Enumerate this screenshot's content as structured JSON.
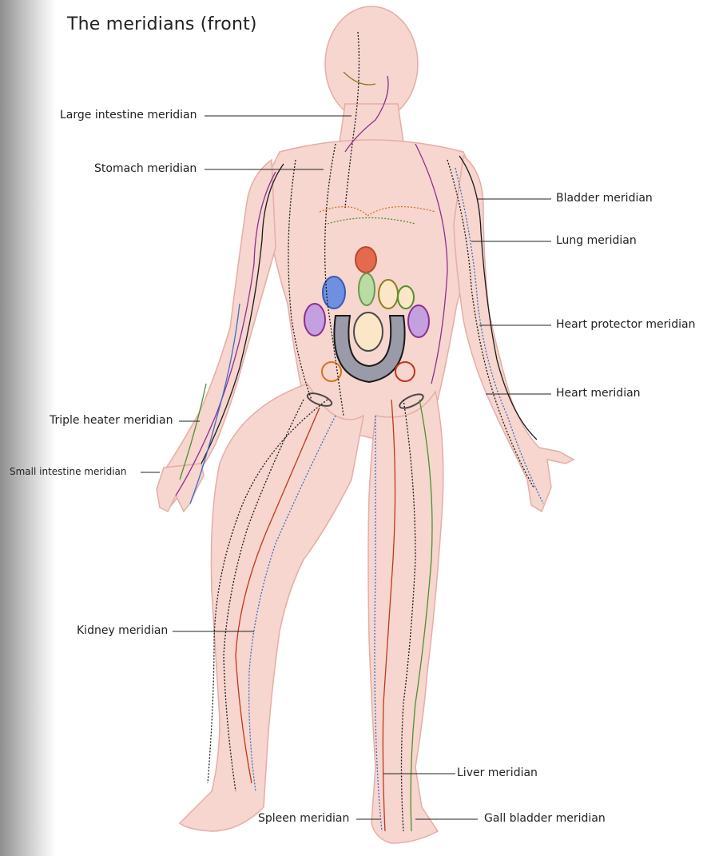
{
  "title": "The meridians (front)",
  "labels": {
    "large_intestine": "Large intestine meridian",
    "stomach": "Stomach meridian",
    "bladder": "Bladder meridian",
    "lung": "Lung meridian",
    "heart_protector": "Heart protector meridian",
    "heart": "Heart meridian",
    "triple_heater": "Triple heater meridian",
    "small_intestine": "Small intestine meridian",
    "kidney": "Kidney meridian",
    "liver": "Liver meridian",
    "spleen": "Spleen meridian",
    "gall_bladder": "Gall bladder meridian"
  },
  "colors": {
    "skin": "#f6d6cf",
    "skin_outline": "#e3aea6",
    "meridian_black": "#1a1a1a",
    "meridian_purple": "#8c2f8f",
    "meridian_blue": "#3a6fc4",
    "meridian_red": "#c2361c",
    "meridian_orange": "#d9731c",
    "meridian_green": "#4f8f2f",
    "meridian_olive": "#8a7d1e",
    "organ_grey": "#9a9aa8",
    "organ_red": "#e36a4e",
    "organ_blue": "#6f8fe0",
    "organ_green": "#b9dca4",
    "organ_purple": "#c5a0e0"
  }
}
